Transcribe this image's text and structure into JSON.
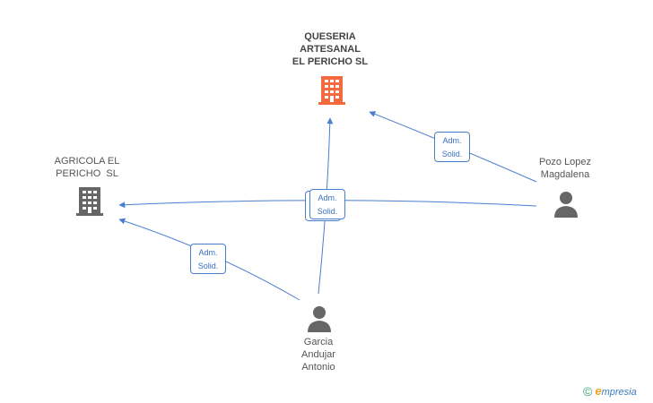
{
  "nodes": {
    "queseria": {
      "lines": [
        "QUESERIA",
        "ARTESANAL",
        "EL PERICHO SL"
      ],
      "icon": "building-icon",
      "color": "#f26a3d"
    },
    "agricola": {
      "lines": [
        "AGRICOLA EL",
        "PERICHO  SL"
      ],
      "icon": "building-icon",
      "color": "#666666"
    },
    "pozo": {
      "lines": [
        "Pozo Lopez",
        "Magdalena"
      ],
      "icon": "person-icon",
      "color": "#666666"
    },
    "garcia": {
      "lines": [
        "Garcia",
        "Andujar",
        "Antonio"
      ],
      "icon": "person-icon",
      "color": "#666666"
    }
  },
  "relations": {
    "label_line1": "Adm.",
    "label_line2": "Solid."
  },
  "colors": {
    "edge": "#4a7fcf",
    "badge_text": "#3a6fc0"
  },
  "brand": {
    "copyright": "©",
    "e": "e",
    "rest": "mpresia"
  }
}
